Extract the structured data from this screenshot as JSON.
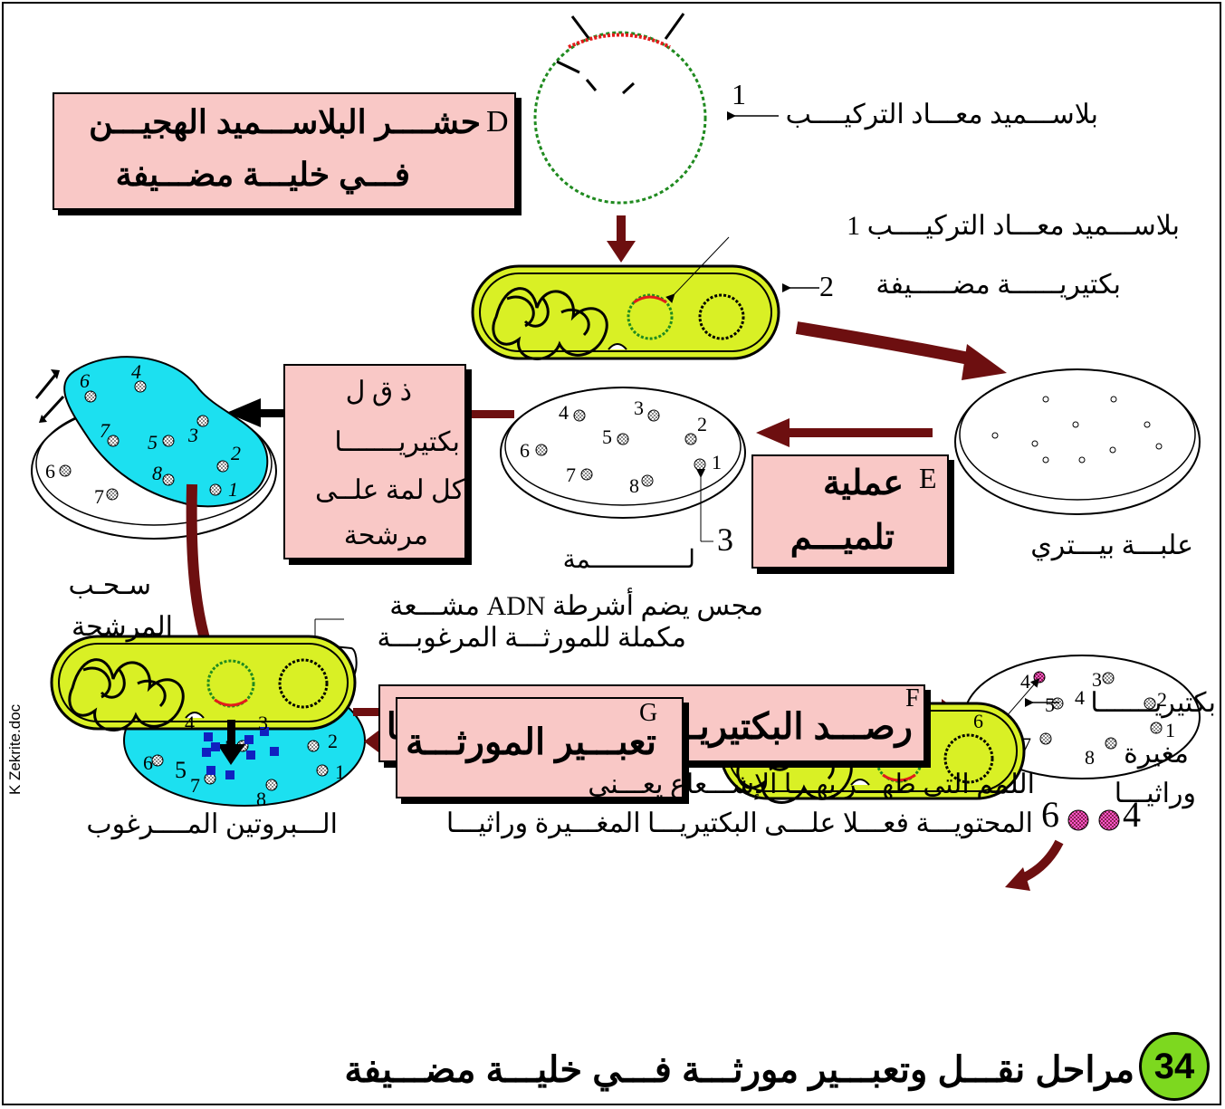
{
  "steps": {
    "D": {
      "letter": "D",
      "line1": "حشــــر البلاســـميد الهجيـــن",
      "line2": "فـــي خليـــة مضـــيفة"
    },
    "E": {
      "letter": "E",
      "line1": "عملية",
      "line2": "تلميـــم"
    },
    "F": {
      "letter": "F",
      "text": "رصـــد البكتيريـــا المغـــيرة وراثيـــا"
    },
    "G": {
      "letter": "G",
      "text": "تعبـــير المورثـــة"
    }
  },
  "labels": {
    "recomb_plasmid": "بلاســـميد معـــاد التركيــــب",
    "num1": "1",
    "recomb_plasmid_2": "بلاســـميد معـــاد التركيــــب 1",
    "host_bacterium": "بكتيريــــــة مضـــــيفة",
    "num2": "2",
    "petri_dish": "علبـــة بيـــتري",
    "colony": "لـــــــــــــمة",
    "num3": "3",
    "transfer_l1": "ذ ق ل",
    "transfer_l2": "بكتيريـــــــا",
    "transfer_l3": "كل لمة علــى",
    "transfer_l4": "مرشحة",
    "pull_l1": "سـحـب",
    "pull_l2": "المرشحة",
    "probe_l1": "مجس يضم أشرطة ADN مشـــعة",
    "probe_l2": "مكملة للمورثـــة المرغوبـــة",
    "colonies_l1": "اللمم التي ظهـــر بهـــا الإشـــعاع يعـــني",
    "colonies_l2": "المحتويـــة فعـــلا علـــى البكتيريـــا المغـــيرة وراثيـــا",
    "num4": "4",
    "num6": "6",
    "mod_l1": "بكتيريـــــــا",
    "mod_num": "4",
    "mod_l2": "مغيرة",
    "mod_l3": "وراثيـــا",
    "protein_num": "5",
    "protein": "الـــبروتين المــــرغوب",
    "author": "K Zekrite.doc",
    "title": "مراحل نقـــل وتعبـــير مورثـــة فـــي خليـــة مضـــيفة",
    "badge": "34"
  },
  "colors": {
    "box_fill": "#f9c8c6",
    "cell_fill": "#d9f025",
    "filter_fill": "#1ce0f0",
    "arrow": "#6d0f10",
    "plasmid_green": "#1f8a1f",
    "gene_red": "#e31b1b",
    "badge_green": "#7dd81f",
    "radioactive": "#d400a0",
    "protein": "#1020c0"
  },
  "icons": [
    "plasmid-icon",
    "bacterium-icon",
    "petri-dish-icon",
    "test-tube-icon",
    "protein-icon"
  ]
}
